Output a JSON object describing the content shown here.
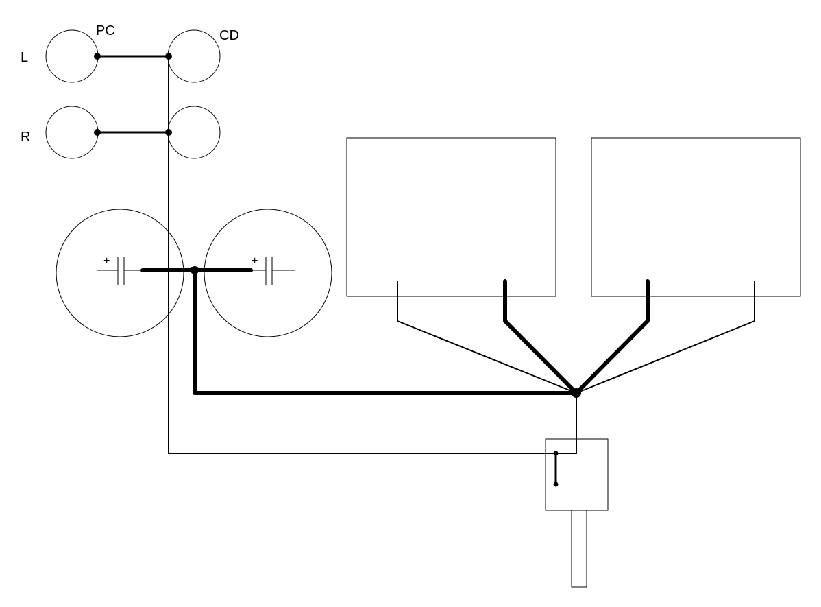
{
  "labels": {
    "pc": "PC",
    "cd": "CD",
    "left": "L",
    "right": "R",
    "cap_polarity_left": "+",
    "cap_polarity_right": "+"
  },
  "colors": {
    "line": "#000000",
    "background": "#ffffff"
  }
}
